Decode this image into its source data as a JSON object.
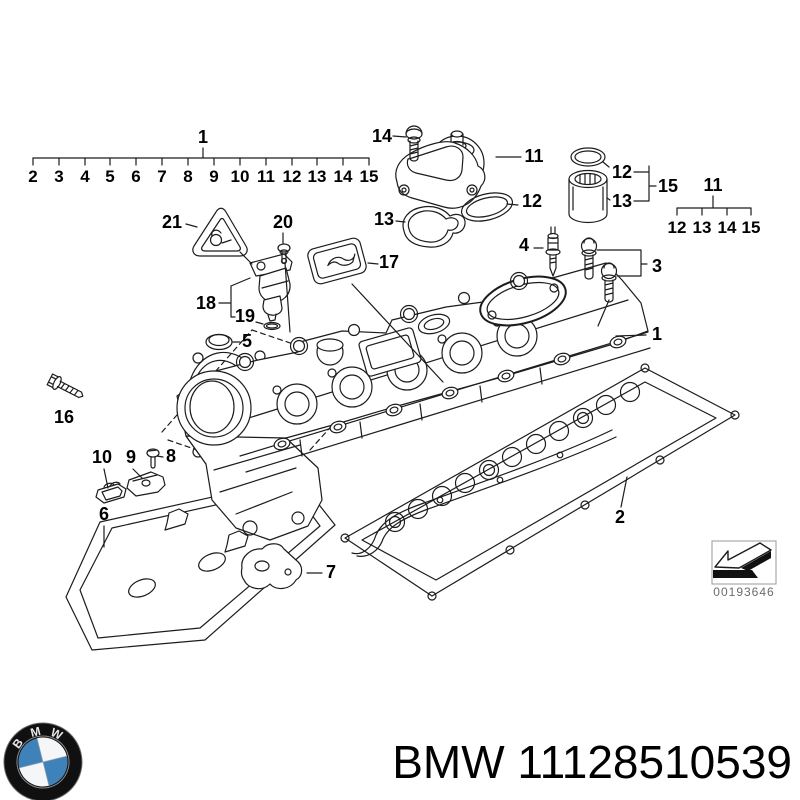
{
  "diagram": {
    "scale": {
      "label": "1",
      "items": [
        "2",
        "3",
        "4",
        "5",
        "6",
        "7",
        "8",
        "9",
        "10",
        "11",
        "12",
        "13",
        "14",
        "15"
      ]
    },
    "vent_group": {
      "bolt": "14",
      "valve": "11",
      "oring": "12",
      "set": "15",
      "filter": "13"
    },
    "assembly_group": {
      "label": "11",
      "items": [
        "12",
        "13",
        "14",
        "15"
      ]
    },
    "callouts": {
      "gasket_vent": "13",
      "gasket_oval": "12",
      "warning": "21",
      "screw_sensor": "20",
      "cap_rect": "17",
      "glow_plug": "4",
      "bolts": "3",
      "sensor": "18",
      "sensor_oring": "19",
      "cap_round": "5",
      "cover": "1",
      "bolt_front": "16",
      "clip": "10",
      "bracket": "9",
      "screw_bracket": "8",
      "shield": "6",
      "cover_small": "7",
      "gasket_main": "2"
    },
    "stamp_code": "00193646"
  },
  "footer": {
    "logo_letters": [
      "B",
      "M",
      "W"
    ],
    "part_text": "BMW 11128510539"
  },
  "colors": {
    "line": "#1c1c1c",
    "label": "#000000",
    "stamp_border": "#9a9a9a",
    "stamp_code": "#6b6b6b",
    "logo_blue": "#3f82ba"
  }
}
